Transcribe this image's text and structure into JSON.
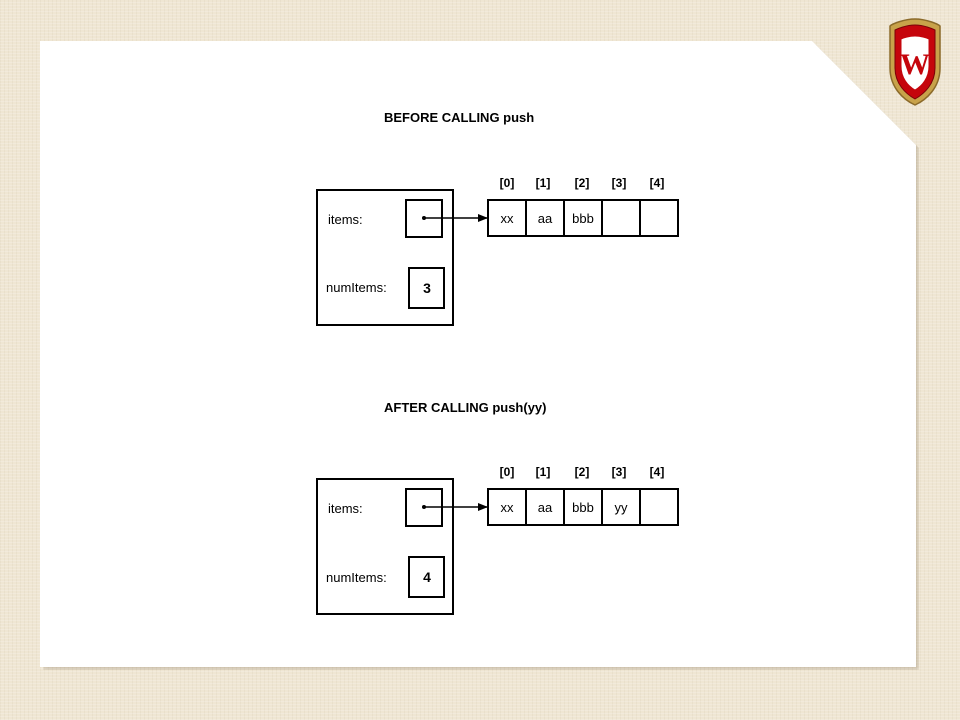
{
  "logo": {
    "letter": "W",
    "icon": "uw-crest-icon",
    "colors": {
      "red": "#c5050c",
      "gold": "#c8a24a"
    }
  },
  "diagrams": [
    {
      "title": "BEFORE CALLING push",
      "items_label": "items:",
      "numitems_label": "numItems:",
      "numitems_value": "3",
      "indices": [
        "[0]",
        "[1]",
        "[2]",
        "[3]",
        "[4]"
      ],
      "cells": [
        "xx",
        "aa",
        "bbb",
        "",
        ""
      ]
    },
    {
      "title": "AFTER CALLING push(yy)",
      "items_label": "items:",
      "numitems_label": "numItems:",
      "numitems_value": "4",
      "indices": [
        "[0]",
        "[1]",
        "[2]",
        "[3]",
        "[4]"
      ],
      "cells": [
        "xx",
        "aa",
        "bbb",
        "yy",
        ""
      ]
    }
  ]
}
